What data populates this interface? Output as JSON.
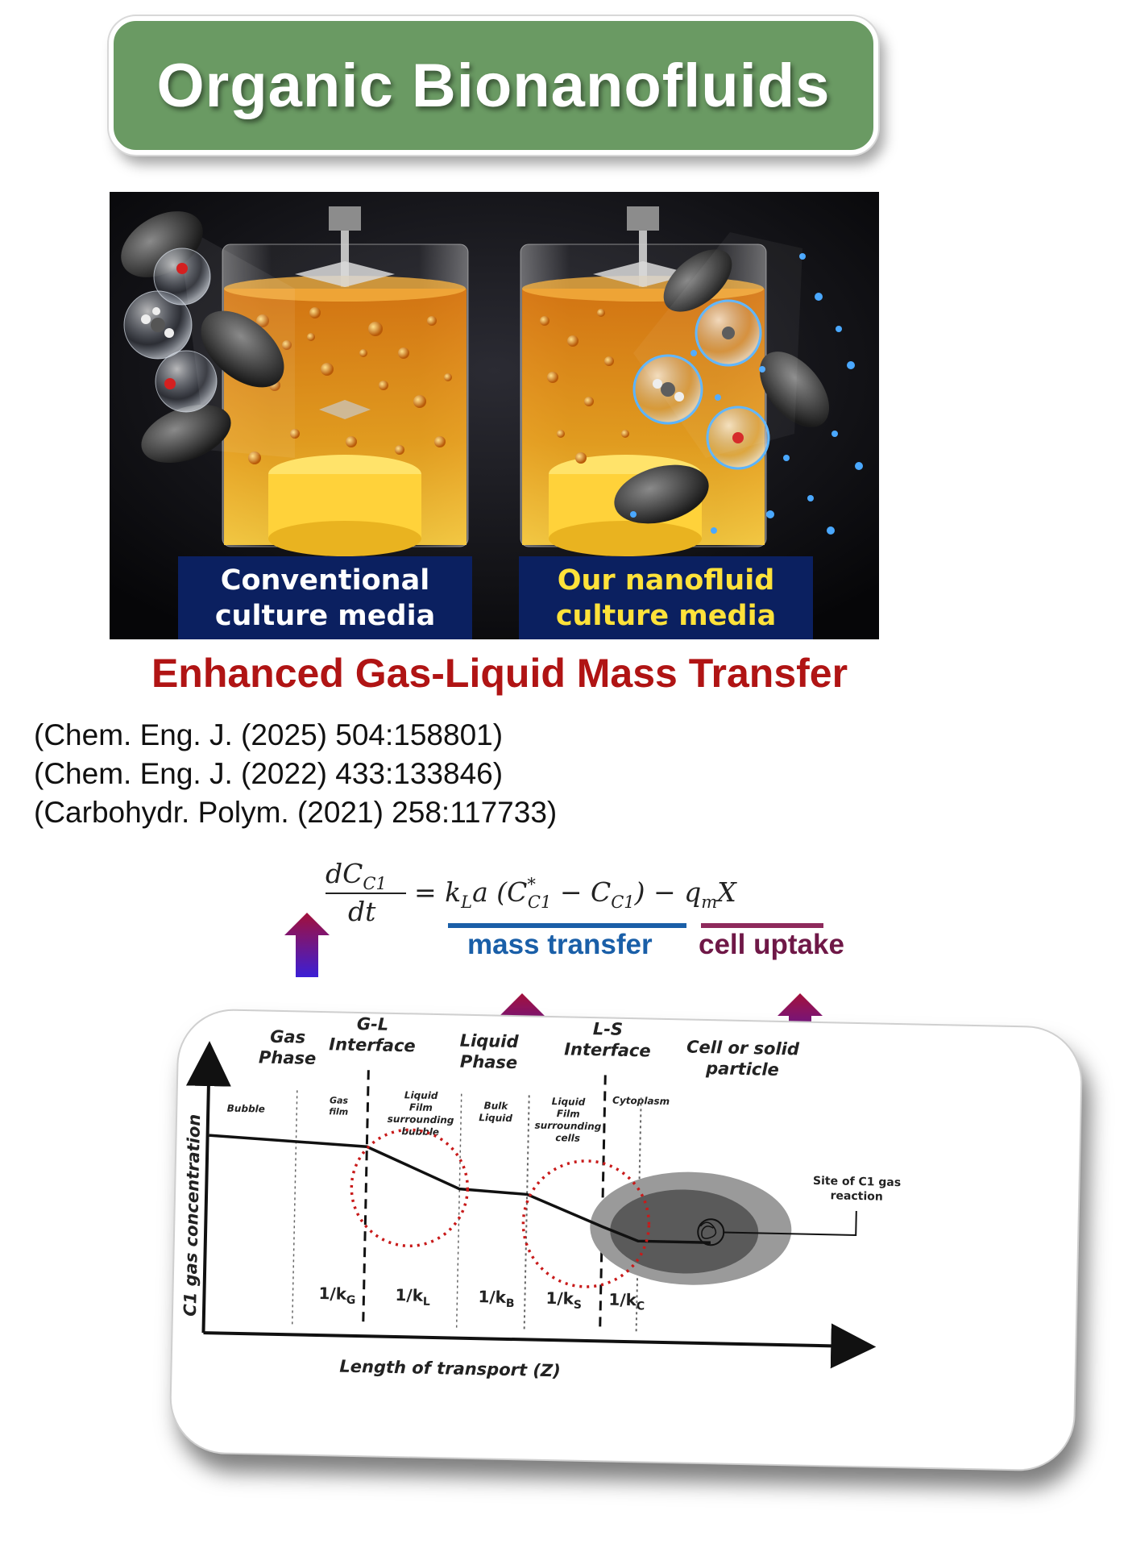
{
  "title": "Organic Bionanofluids",
  "captions": {
    "left": [
      "Conventional",
      "culture media"
    ],
    "right": [
      "Our nanofluid",
      "culture media"
    ]
  },
  "headline": "Enhanced Gas-Liquid Mass Transfer",
  "references": [
    "(Chem. Eng. J. (2025) 504:158801)",
    "(Chem. Eng. J. (2022) 433:133846)",
    "(Carbohydr. Polym. (2021) 258:117733)"
  ],
  "equation": {
    "lhs_num": "dC",
    "lhs_sub": "C1",
    "lhs_den": "dt",
    "rhs_a": "= k",
    "rhs_a_sub": "L",
    "rhs_b": "a (C",
    "rhs_b_sup": "*",
    "rhs_b_sub": "C1",
    "rhs_c": " − C",
    "rhs_c_sub": "C1",
    "rhs_d": ") − q",
    "rhs_d_sub": "m",
    "rhs_e": "X",
    "mass_transfer_label": "mass transfer",
    "cell_uptake_label": "cell uptake"
  },
  "diagram": {
    "phases": {
      "gas": [
        "Gas",
        "Phase"
      ],
      "gl": [
        "G-L",
        "Interface"
      ],
      "liquid": [
        "Liquid",
        "Phase"
      ],
      "ls": [
        "L-S",
        "Interface"
      ],
      "cell": [
        "Cell or solid",
        "particle"
      ]
    },
    "regions": {
      "bubble": [
        "Bubble"
      ],
      "gas_film": [
        "Gas",
        "film"
      ],
      "liquid_film_bubble": [
        "Liquid",
        "Film",
        "surrounding",
        "bubble"
      ],
      "bulk_liquid": [
        "Bulk",
        "Liquid"
      ],
      "liquid_film_cells": [
        "Liquid",
        "Film",
        "surrounding",
        "cells"
      ],
      "cytoplasm": [
        "Cytoplasm"
      ]
    },
    "resistances": [
      {
        "main": "1/k",
        "sub": "G"
      },
      {
        "main": "1/k",
        "sub": "L"
      },
      {
        "main": "1/k",
        "sub": "B"
      },
      {
        "main": "1/k",
        "sub": "S"
      },
      {
        "main": "1/k",
        "sub": "C"
      }
    ],
    "y_axis_label": "C1 gas concentration",
    "x_axis_label": "Length of transport (Z)",
    "site_label": [
      "Site of C1 gas",
      "reaction"
    ]
  },
  "colors": {
    "title_bg": "#6a9a63",
    "caption_bg": "#0b2060",
    "headline": "#b01414",
    "mass_transfer": "#1a5fa8",
    "cell_uptake": "#6f1847",
    "arrow_top": "#a3103a",
    "arrow_bottom": "#3b1fd6"
  }
}
